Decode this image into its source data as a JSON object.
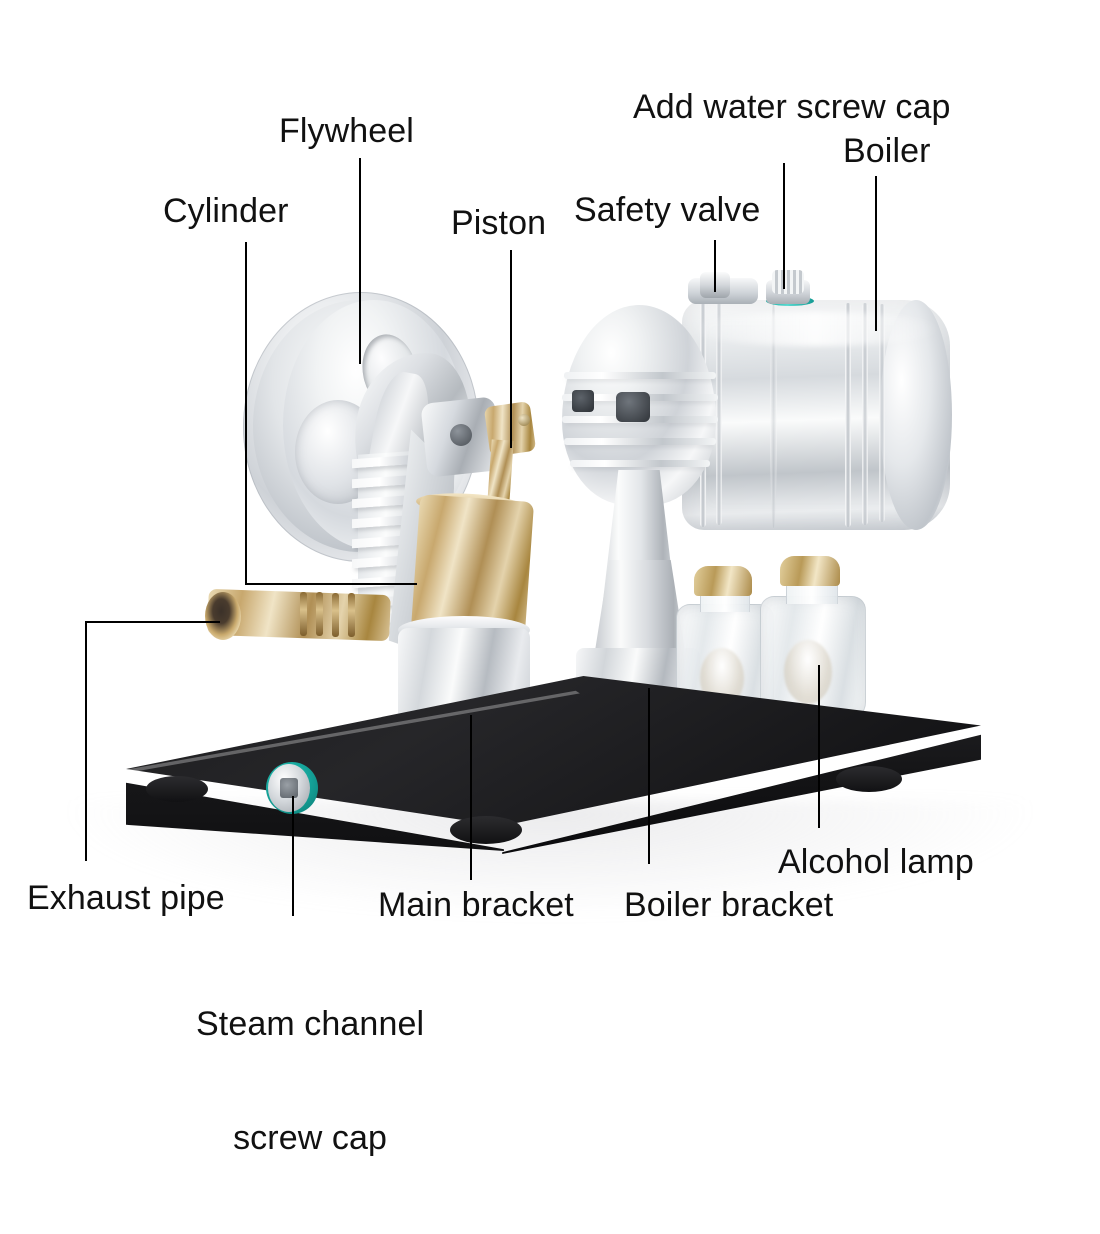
{
  "figure": {
    "kind": "annotated-product-photo",
    "subject": "Miniature steam engine model",
    "background_color": "#ffffff",
    "label_color": "#111111",
    "leader_line_color": "#000000"
  },
  "callouts": [
    {
      "id": "cylinder",
      "label": "Cylinder",
      "points_to": "finned aluminium cylinder behind flywheel"
    },
    {
      "id": "flywheel",
      "label": "Flywheel",
      "points_to": "large silver flywheel disc"
    },
    {
      "id": "piston",
      "label": "Piston",
      "points_to": "brass piston and connecting rod"
    },
    {
      "id": "safety-valve",
      "label": "Safety valve",
      "points_to": "valve fitting on top of boiler"
    },
    {
      "id": "add-water-screw-cap",
      "label": "Add water screw cap",
      "points_to": "knurled filler cap with teal seal"
    },
    {
      "id": "boiler",
      "label": "Boiler",
      "points_to": "ribbed cylindrical tank"
    },
    {
      "id": "exhaust-pipe",
      "label": "Exhaust pipe",
      "points_to": "brass exhaust nozzle on the left"
    },
    {
      "id": "steam-channel-screw-cap",
      "label": "Steam channel\nscrew cap",
      "label_line1": "Steam channel",
      "label_line2": "screw cap",
      "points_to": "teal-ringed hex screw on base front"
    },
    {
      "id": "main-bracket",
      "label": "Main bracket",
      "points_to": "silver column supporting the engine"
    },
    {
      "id": "boiler-bracket",
      "label": "Boiler bracket",
      "points_to": "silver column supporting the boiler"
    },
    {
      "id": "alcohol-lamp",
      "label": "Alcohol lamp",
      "points_to": "glass burner bottles with brass caps"
    }
  ],
  "parts": {
    "base": {
      "name": "Base plate",
      "color": "#1a1a1c"
    },
    "flywheel": {
      "name": "Flywheel",
      "color": "#d8dce0"
    },
    "brass_cylinder": {
      "name": "Brass cylinder",
      "color": "#c9a96c"
    },
    "exhaust": {
      "name": "Exhaust pipe",
      "color": "#c0a068"
    },
    "boiler_tank": {
      "name": "Boiler tank",
      "color": "#dfe3e6"
    },
    "seal_ring": {
      "name": "Seal ring",
      "color": "#1ea8a0"
    },
    "lamp_cap": {
      "name": "Lamp cap",
      "color": "#b99a58"
    }
  }
}
